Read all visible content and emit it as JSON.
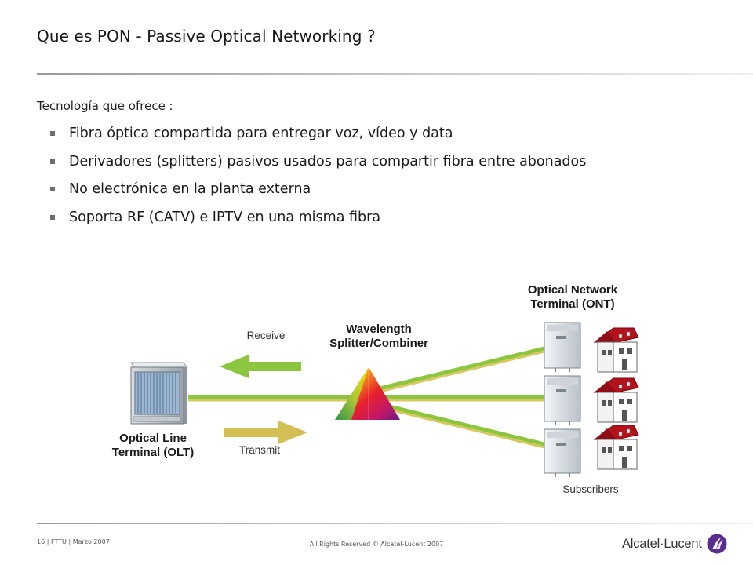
{
  "slide": {
    "title": "Que  es PON - Passive Optical Networking ?",
    "intro": "Tecnología que ofrece :",
    "bullets": [
      "Fibra óptica compartida para entregar voz, vídeo y data",
      "Derivadores (splitters) pasivos usados para compartir fibra entre abonados",
      "No electrónica en la planta externa",
      "Soporta RF (CATV) e IPTV en una misma fibra"
    ]
  },
  "diagram": {
    "olt_label_line1": "Optical Line",
    "olt_label_line2": "Terminal (OLT)",
    "receive_label": "Receive",
    "transmit_label": "Transmit",
    "splitter_label_line1": "Wavelength",
    "splitter_label_line2": "Splitter/Combiner",
    "ont_label_line1": "Optical Network",
    "ont_label_line2": "Terminal (ONT)",
    "subscribers_label": "Subscribers",
    "colors": {
      "fiber_green": "#8cc63f",
      "fiber_yellow": "#d8c860",
      "receive_arrow": "#8cc63f",
      "transmit_arrow": "#d4bf55",
      "roof_red": "#b5121b"
    }
  },
  "footer": {
    "page": "16 | FTTU | Marzo 2007",
    "rights": "All Rights Reserved © Alcatel-Lucent 2007",
    "logo_text": "Alcatel·Lucent",
    "logo_icon": "alcatel-lucent-logo-icon"
  }
}
